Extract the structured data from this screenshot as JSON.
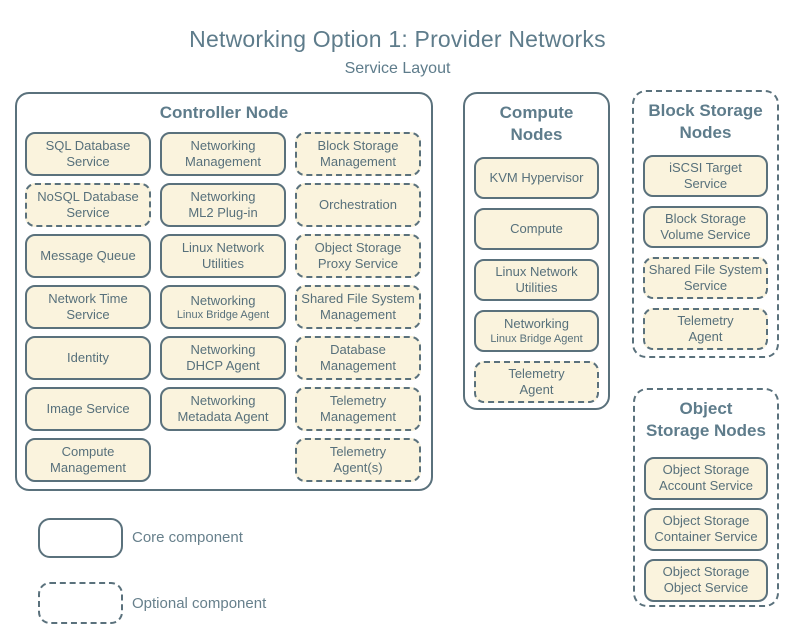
{
  "title": "Networking Option 1: Provider Networks",
  "subtitle": "Service Layout",
  "colors": {
    "background": "#ffffff",
    "box_fill": "#faf3dd",
    "border": "#5a717c",
    "heading_text": "#5e7c8b",
    "box_text": "#57707b",
    "legend_text": "#67808c"
  },
  "nodes": [
    {
      "title": "Controller Node",
      "optional": false,
      "services": [
        {
          "label": "SQL Database\nService",
          "optional": false
        },
        {
          "label": "Networking\nManagement",
          "optional": false
        },
        {
          "label": "Block Storage\nManagement",
          "optional": true
        },
        {
          "label": "NoSQL Database\nService",
          "optional": true
        },
        {
          "label": "Networking\nML2 Plug-in",
          "optional": false
        },
        {
          "label": "Orchestration",
          "optional": true
        },
        {
          "label": "Message Queue",
          "optional": false
        },
        {
          "label": "Linux Network\nUtilities",
          "optional": false
        },
        {
          "label": "Object Storage\nProxy Service",
          "optional": true
        },
        {
          "label": "Network Time\nService",
          "optional": false
        },
        {
          "label": "Networking",
          "sub": "Linux Bridge Agent",
          "optional": false
        },
        {
          "label": "Shared File System\nManagement",
          "optional": true
        },
        {
          "label": "Identity",
          "optional": false
        },
        {
          "label": "Networking\nDHCP Agent",
          "optional": false
        },
        {
          "label": "Database\nManagement",
          "optional": true
        },
        {
          "label": "Image Service",
          "optional": false
        },
        {
          "label": "Networking\nMetadata Agent",
          "optional": false
        },
        {
          "label": "Telemetry\nManagement",
          "optional": true
        },
        {
          "label": "Compute\nManagement",
          "optional": false
        },
        null,
        {
          "label": "Telemetry\nAgent(s)",
          "optional": true
        }
      ]
    },
    {
      "title": "Compute\nNodes",
      "optional": false,
      "services": [
        {
          "label": "KVM Hypervisor",
          "optional": false
        },
        {
          "label": "Compute",
          "optional": false
        },
        {
          "label": "Linux Network\nUtilities",
          "optional": false
        },
        {
          "label": "Networking",
          "sub": "Linux Bridge Agent",
          "optional": false
        },
        {
          "label": "Telemetry\nAgent",
          "optional": true
        }
      ]
    },
    {
      "title": "Block Storage\nNodes",
      "optional": true,
      "services": [
        {
          "label": "iSCSI Target\nService",
          "optional": false
        },
        {
          "label": "Block Storage\nVolume Service",
          "optional": false
        },
        {
          "label": "Shared File System\nService",
          "optional": true
        },
        {
          "label": "Telemetry\nAgent",
          "optional": true
        }
      ]
    },
    {
      "title": "Object\nStorage Nodes",
      "optional": true,
      "services": [
        {
          "label": "Object Storage\nAccount Service",
          "optional": false
        },
        {
          "label": "Object Storage\nContainer Service",
          "optional": false
        },
        {
          "label": "Object Storage\nObject Service",
          "optional": false
        }
      ]
    }
  ],
  "legend": [
    {
      "label": "Core component",
      "optional": false
    },
    {
      "label": "Optional component",
      "optional": true
    }
  ]
}
